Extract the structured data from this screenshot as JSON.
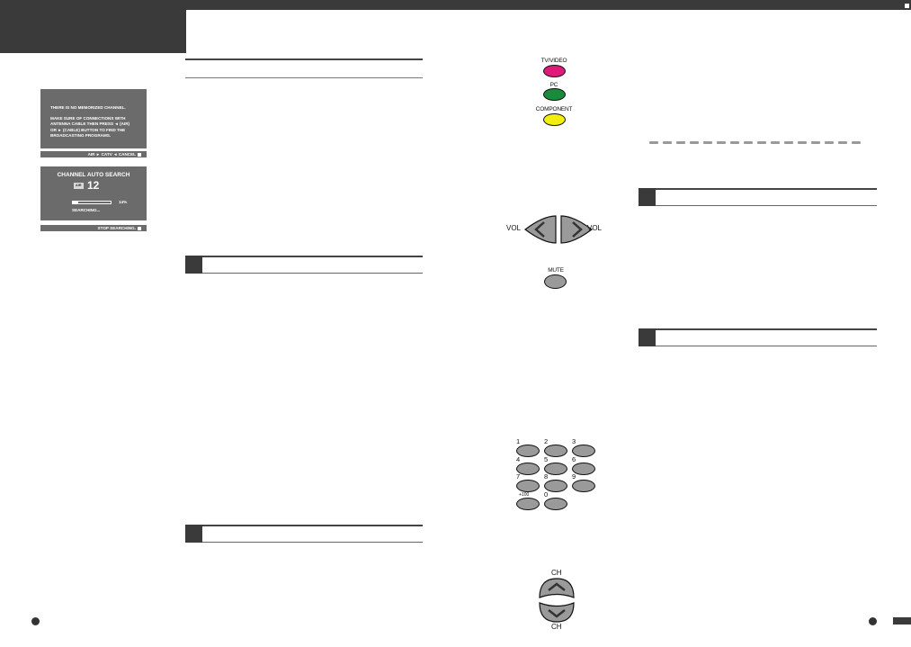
{
  "colors": {
    "dark": "#3a3a3a",
    "osd_gray": "#6b6b6b",
    "tv_video_button": "#e0197a",
    "pc_button": "#1a8a3c",
    "component_button": "#f2ee10",
    "gray_button": "#9a9a9a",
    "dash_gray": "#999999"
  },
  "osd_no_channel": {
    "line1": "THERE IS NO MEMORIZED CHANNEL.",
    "line2": "MAKE SURE OF CONNECTIONS WITH\nANTENNA CABLE THEN PRESS ◄ (AIR)\nOR ► (CABLE) BUTTON TO FIND THE\nBROADCASTING PROGRAMS.",
    "strip": "AIR ► CATV ◄ CANCEL"
  },
  "osd_auto_search": {
    "title": "CHANNEL AUTO SEARCH",
    "air_badge": "AIR",
    "channel": "12",
    "progress_percent": 14,
    "percent_label": "14%",
    "searching": "SEARCHING...",
    "strip": "STOP SEARCHING."
  },
  "remote": {
    "tv_video": "TV/VIDEO",
    "pc": "PC",
    "component": "COMPONENT",
    "vol_left": "VOL",
    "vol_right": "VOL",
    "mute": "MUTE",
    "ch_top": "CH",
    "ch_bottom": "CH",
    "digits": [
      "1",
      "2",
      "3",
      "4",
      "5",
      "6",
      "7",
      "8",
      "9",
      "+100",
      "0"
    ]
  }
}
